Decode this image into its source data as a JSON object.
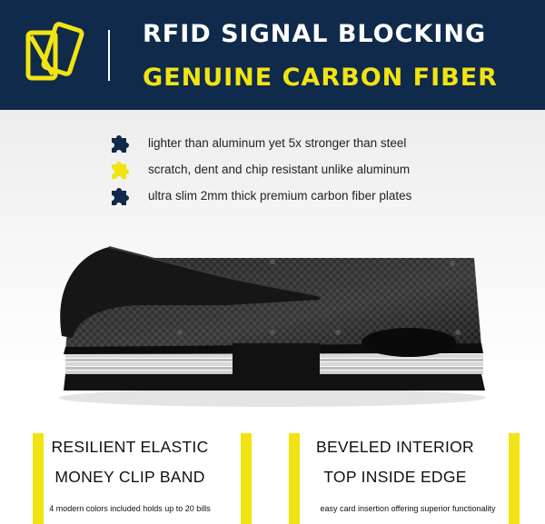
{
  "banner": {
    "title_line1": "RFID SIGNAL BLOCKING",
    "title_line2": "GENUINE CARBON FIBER",
    "logo_icon": "rfid-cards-icon",
    "background_color": "#0f2a4a",
    "accent_color": "#f2e414"
  },
  "features": [
    {
      "icon": "puzzle-piece-icon",
      "icon_color": "#0f2a4a",
      "text": "lighter than aluminum yet 5x stronger than steel"
    },
    {
      "icon": "puzzle-piece-icon",
      "icon_color": "#f2e414",
      "text": "scratch, dent and chip resistant unlike aluminum"
    },
    {
      "icon": "puzzle-piece-icon",
      "icon_color": "#0f2a4a",
      "text": "ultra slim 2mm thick premium carbon fiber plates"
    }
  ],
  "product_image": "carbon-fiber-wallet-with-money-clip",
  "callouts": [
    {
      "title_line1": "RESILIENT ELASTIC",
      "title_line2": "MONEY CLIP BAND",
      "subtitle": "4 modern colors included holds up to 20 bills"
    },
    {
      "title_line1": "BEVELED INTERIOR",
      "title_line2": "TOP INSIDE EDGE",
      "subtitle": "easy card insertion offering superior functionality"
    }
  ]
}
